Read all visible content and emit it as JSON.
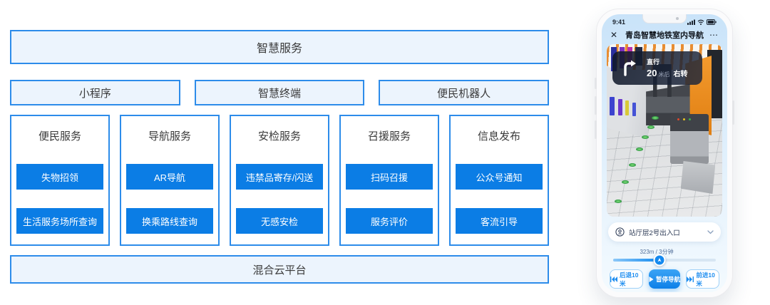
{
  "diagram": {
    "top_label": "智慧服务",
    "middle_row": [
      {
        "label": "小程序"
      },
      {
        "label": "智慧终端"
      },
      {
        "label": "便民机器人"
      }
    ],
    "columns": [
      {
        "title": "便民服务",
        "items": [
          "失物招领",
          "生活服务场所查询"
        ]
      },
      {
        "title": "导航服务",
        "items": [
          "AR导航",
          "换乘路线查询"
        ]
      },
      {
        "title": "安检服务",
        "items": [
          "违禁品寄存/闪送",
          "无感安检"
        ]
      },
      {
        "title": "召援服务",
        "items": [
          "扫码召援",
          "服务评价"
        ]
      },
      {
        "title": "信息发布",
        "items": [
          "公众号通知",
          "客流引导"
        ]
      }
    ],
    "bottom_label": "混合云平台",
    "colors": {
      "border": "#2d8cea",
      "light_fill": "#ecf4fd",
      "button_fill": "#0b7de5"
    }
  },
  "phone": {
    "statusbar": {
      "time": "9:41"
    },
    "header": {
      "close": "✕",
      "title": "青岛智慧地铁室内导航",
      "more": "⋯"
    },
    "direction_card": {
      "action": "直行",
      "distance": "20",
      "distance_unit": "米后",
      "next_action": "右转"
    },
    "bottom_sheet": {
      "destination": "站厅层2号出入口",
      "progress_label": "323m / 3分钟",
      "progress_percent": 45,
      "buttons": [
        {
          "label": "后退10米"
        },
        {
          "label": "暂停导航"
        },
        {
          "label": "前进10米"
        }
      ]
    },
    "accent_color": "#128af0"
  }
}
